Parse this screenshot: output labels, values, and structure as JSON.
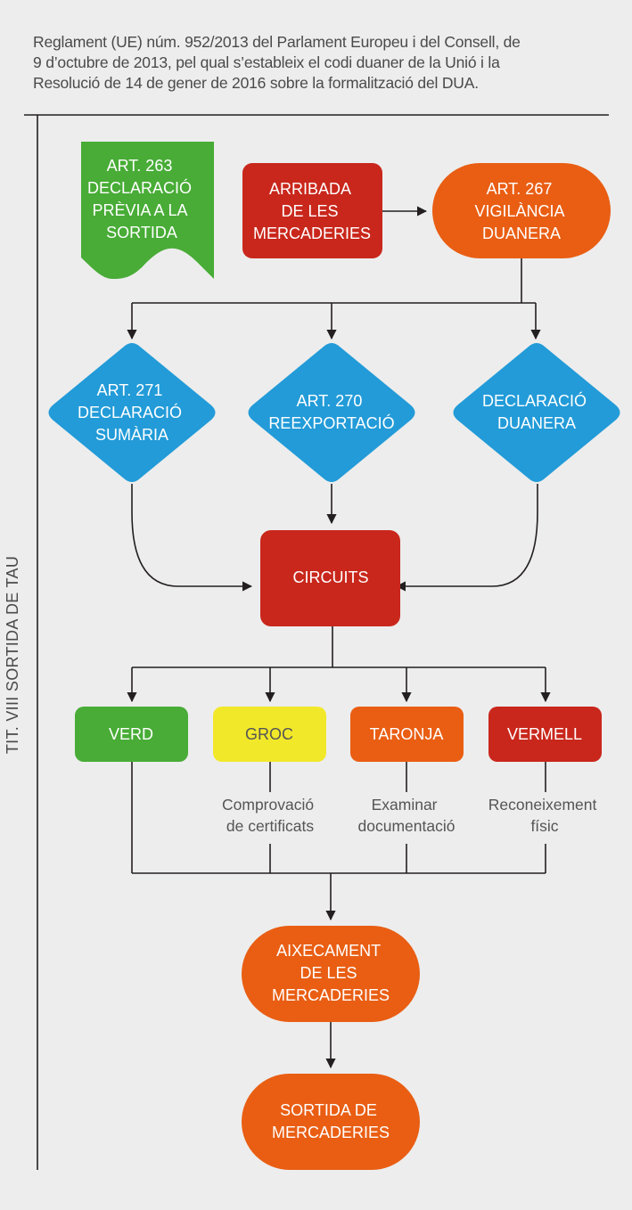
{
  "intro": {
    "lines": [
      "Reglament (UE) núm. 952/2013 del Parlament Europeu i del Consell, de",
      "9 d’octubre de 2013, pel qual s’estableix el codi duaner de la Unió i la",
      "Resolució de 14 de gener de 2016 sobre la formalització del DUA."
    ]
  },
  "side_label": "TIT. VIII SORTIDA DE TAU",
  "colors": {
    "green": "#48ac36",
    "red": "#c9271c",
    "orange": "#e95e13",
    "blue": "#229bd8",
    "yellow": "#f2e82a",
    "line": "#231f20",
    "background": "#ededed"
  },
  "nodes": {
    "art263": {
      "lines": [
        "ART. 263",
        "DECLARACIÓ",
        "PRÈVIA A LA",
        "SORTIDA"
      ],
      "shape": "document",
      "color": "green"
    },
    "arribada": {
      "lines": [
        "ARRIBADA",
        "DE LES",
        "MERCADERIES"
      ],
      "shape": "rounded-rect",
      "color": "red"
    },
    "art267": {
      "lines": [
        "ART. 267",
        "VIGILÀNCIA",
        "DUANERA"
      ],
      "shape": "terminal",
      "color": "orange"
    },
    "art271": {
      "lines": [
        "ART. 271",
        "DECLARACIÓ",
        "SUMÀRIA"
      ],
      "shape": "diamond",
      "color": "blue"
    },
    "art270": {
      "lines": [
        "ART. 270",
        "REEXPORTACIÓ"
      ],
      "shape": "diamond",
      "color": "blue"
    },
    "declaracio": {
      "lines": [
        "DECLARACIÓ",
        "DUANERA"
      ],
      "shape": "diamond",
      "color": "blue"
    },
    "circuits": {
      "lines": [
        "CIRCUITS"
      ],
      "shape": "rounded-rect",
      "color": "red"
    },
    "verd": {
      "lines": [
        "VERD"
      ],
      "shape": "rounded-rect",
      "color": "green"
    },
    "groc": {
      "lines": [
        "GROC"
      ],
      "shape": "rounded-rect",
      "color": "yellow"
    },
    "taronja": {
      "lines": [
        "TARONJA"
      ],
      "shape": "rounded-rect",
      "color": "orange"
    },
    "vermell": {
      "lines": [
        "VERMELL"
      ],
      "shape": "rounded-rect",
      "color": "red"
    },
    "aixecament": {
      "lines": [
        "AIXECAMENT",
        "DE LES",
        "MERCADERIES"
      ],
      "shape": "terminal",
      "color": "orange"
    },
    "sortida": {
      "lines": [
        "SORTIDA DE",
        "MERCADERIES"
      ],
      "shape": "terminal",
      "color": "orange"
    }
  },
  "notes": {
    "groc": [
      "Comprovació",
      "de certificats"
    ],
    "taronja": [
      "Examinar",
      "documentació"
    ],
    "vermell": [
      "Reconeixement",
      "físic"
    ]
  },
  "edges": [
    [
      "arribada",
      "art267"
    ],
    [
      "art267",
      "art271"
    ],
    [
      "art267",
      "art270"
    ],
    [
      "art267",
      "declaracio"
    ],
    [
      "art271",
      "circuits"
    ],
    [
      "art270",
      "circuits"
    ],
    [
      "declaracio",
      "circuits"
    ],
    [
      "circuits",
      "verd"
    ],
    [
      "circuits",
      "groc"
    ],
    [
      "circuits",
      "taronja"
    ],
    [
      "circuits",
      "vermell"
    ],
    [
      "verd",
      "aixecament"
    ],
    [
      "groc",
      "aixecament"
    ],
    [
      "taronja",
      "aixecament"
    ],
    [
      "vermell",
      "aixecament"
    ],
    [
      "aixecament",
      "sortida"
    ]
  ]
}
